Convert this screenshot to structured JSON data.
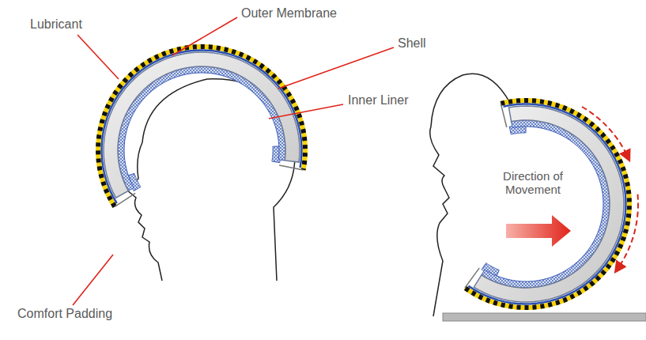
{
  "diagram": {
    "labels": [
      "Lubricant",
      "Outer Membrane",
      "Shell",
      "Inner Liner",
      "Comfort Padding",
      "Direction of Movement"
    ]
  }
}
